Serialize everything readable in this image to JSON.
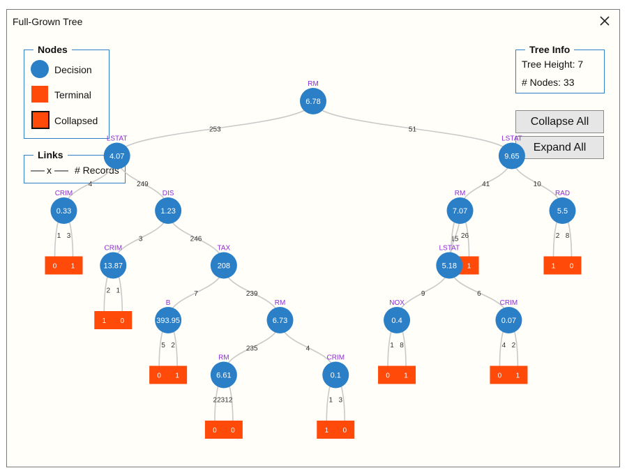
{
  "window": {
    "title": "Full-Grown Tree"
  },
  "legend_nodes": {
    "title": "Nodes",
    "decision": "Decision",
    "terminal": "Terminal",
    "collapsed": "Collapsed"
  },
  "legend_links": {
    "title": "Links",
    "x": "x",
    "records": "# Records"
  },
  "tree_info": {
    "title": "Tree Info",
    "height": "Tree Height: 7",
    "nodes": "# Nodes: 33"
  },
  "buttons": {
    "collapse_all": "Collapse All",
    "expand_all": "Expand All"
  },
  "colors": {
    "decision": "#2a7fc6",
    "terminal": "#ff4a0a",
    "attr_label": "#8d2bd6",
    "edge": "#c9c9c9"
  },
  "tree": {
    "nodes": [
      {
        "id": "root",
        "attr": "RM",
        "value": "6.78",
        "depth": 0,
        "pos": 0.5
      },
      {
        "id": "n1",
        "attr": "LSTAT",
        "value": "4.07",
        "depth": 1,
        "pos": 0.186
      },
      {
        "id": "n2",
        "attr": "LSTAT",
        "value": "9.65",
        "depth": 1,
        "pos": 0.818
      },
      {
        "id": "n3",
        "attr": "CRIM",
        "value": "0.33",
        "depth": 2,
        "pos": 0.101
      },
      {
        "id": "n4",
        "attr": "DIS",
        "value": "1.23",
        "depth": 2,
        "pos": 0.268
      },
      {
        "id": "n5",
        "attr": "RM",
        "value": "7.07",
        "depth": 2,
        "pos": 0.735
      },
      {
        "id": "n6",
        "attr": "RAD",
        "value": "5.5",
        "depth": 2,
        "pos": 0.899
      },
      {
        "id": "n7",
        "attr": "CRIM",
        "value": "13.87",
        "depth": 3,
        "pos": 0.18
      },
      {
        "id": "n8",
        "attr": "TAX",
        "value": "208",
        "depth": 3,
        "pos": 0.357
      },
      {
        "id": "n9",
        "attr": "LSTAT",
        "value": "5.18",
        "depth": 3,
        "pos": 0.718
      },
      {
        "id": "n10",
        "attr": "B",
        "value": "393.95",
        "depth": 4,
        "pos": 0.268
      },
      {
        "id": "n11",
        "attr": "RM",
        "value": "6.73",
        "depth": 4,
        "pos": 0.447
      },
      {
        "id": "n12",
        "attr": "NOX",
        "value": "0.4",
        "depth": 4,
        "pos": 0.634
      },
      {
        "id": "n13",
        "attr": "CRIM",
        "value": "0.07",
        "depth": 4,
        "pos": 0.813
      },
      {
        "id": "n14",
        "attr": "RM",
        "value": "6.61",
        "depth": 5,
        "pos": 0.357
      },
      {
        "id": "n15",
        "attr": "CRIM",
        "value": "0.1",
        "depth": 5,
        "pos": 0.536
      }
    ],
    "terminals": [
      {
        "id": "t3",
        "parent": "n3",
        "depth": 3,
        "pos": 0.101,
        "values": [
          "0",
          "1"
        ]
      },
      {
        "id": "t5",
        "parent": "n5",
        "depth": 3,
        "pos": 0.735,
        "values": [
          "",
          "1"
        ]
      },
      {
        "id": "t6",
        "parent": "n6",
        "depth": 3,
        "pos": 0.899,
        "values": [
          "1",
          "0"
        ]
      },
      {
        "id": "t7",
        "parent": "n7",
        "depth": 4,
        "pos": 0.18,
        "values": [
          "1",
          "0"
        ]
      },
      {
        "id": "t10",
        "parent": "n10",
        "depth": 5,
        "pos": 0.268,
        "values": [
          "0",
          "1"
        ]
      },
      {
        "id": "t12",
        "parent": "n12",
        "depth": 5,
        "pos": 0.634,
        "values": [
          "0",
          "1"
        ]
      },
      {
        "id": "t13",
        "parent": "n13",
        "depth": 5,
        "pos": 0.813,
        "values": [
          "0",
          "1"
        ]
      },
      {
        "id": "t14",
        "parent": "n14",
        "depth": 6,
        "pos": 0.357,
        "values": [
          "0",
          "0"
        ]
      },
      {
        "id": "t15",
        "parent": "n15",
        "depth": 6,
        "pos": 0.536,
        "values": [
          "1",
          "0"
        ]
      }
    ],
    "edges": [
      {
        "from": "root",
        "to": "n1",
        "label": "253"
      },
      {
        "from": "root",
        "to": "n2",
        "label": "51"
      },
      {
        "from": "n1",
        "to": "n3",
        "label": "4"
      },
      {
        "from": "n1",
        "to": "n4",
        "label": "249"
      },
      {
        "from": "n2",
        "to": "n5",
        "label": "41"
      },
      {
        "from": "n2",
        "to": "n6",
        "label": "10"
      },
      {
        "from": "n4",
        "to": "n7",
        "label": "3"
      },
      {
        "from": "n4",
        "to": "n8",
        "label": "246"
      },
      {
        "from": "n5",
        "to": "n9",
        "label": "15"
      },
      {
        "from": "n8",
        "to": "n10",
        "label": "7"
      },
      {
        "from": "n8",
        "to": "n11",
        "label": "239"
      },
      {
        "from": "n9",
        "to": "n12",
        "label": "9"
      },
      {
        "from": "n9",
        "to": "n13",
        "label": "6"
      },
      {
        "from": "n11",
        "to": "n14",
        "label": "235"
      },
      {
        "from": "n11",
        "to": "n15",
        "label": "4"
      }
    ],
    "terminal_links": [
      {
        "node": "n3",
        "left": "1",
        "right": "3"
      },
      {
        "node": "n5",
        "left": "",
        "right": "26"
      },
      {
        "node": "n6",
        "left": "2",
        "right": "8"
      },
      {
        "node": "n7",
        "left": "2",
        "right": "1"
      },
      {
        "node": "n10",
        "left": "5",
        "right": "2"
      },
      {
        "node": "n12",
        "left": "1",
        "right": "8"
      },
      {
        "node": "n13",
        "left": "4",
        "right": "2"
      },
      {
        "node": "n14",
        "left": "223",
        "right": "12"
      },
      {
        "node": "n15",
        "left": "1",
        "right": "3"
      }
    ]
  }
}
